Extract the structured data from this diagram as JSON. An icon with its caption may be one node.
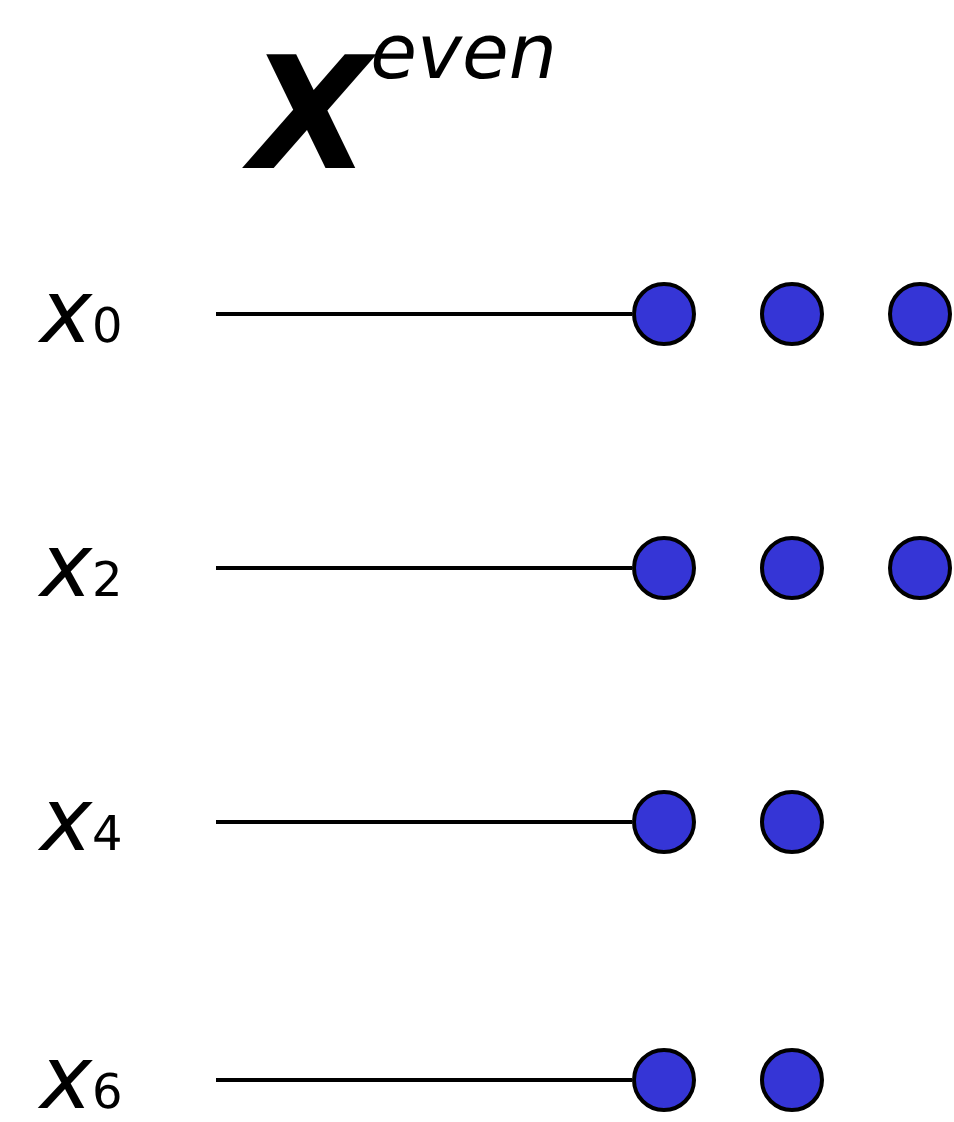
{
  "diagram": {
    "title": "X$^{even}$",
    "nodes": [
      {
        "text": [
          "x$_{0}$"
        ]
      },
      {
        "text": [],
        "shape": "circle"
      },
      {
        "text": [],
        "shape": "circle"
      },
      {
        "text": [],
        "shape": "circle"
      },
      {
        "text": [
          "x$_{2}$"
        ]
      },
      {
        "text": [],
        "shape": "circle"
      },
      {
        "text": [],
        "shape": "circle"
      },
      {
        "text": [],
        "shape": "circle"
      },
      {
        "text": [
          "x$_{4}$"
        ]
      },
      {
        "text": [],
        "shape": "circle"
      },
      {
        "text": [],
        "shape": "circle"
      },
      {
        "text": [
          "x$_{6}$"
        ]
      },
      {
        "text": [],
        "shape": "circle"
      },
      {
        "text": [],
        "shape": "circle"
      }
    ],
    "edges": [
      {
        "from": 0,
        "to": 1,
        "arrow": "none"
      },
      {
        "from": 4,
        "to": 5,
        "arrow": "none"
      },
      {
        "from": 8,
        "to": 9,
        "arrow": "none"
      },
      {
        "from": 11,
        "to": 12,
        "arrow": "none"
      }
    ]
  }
}
